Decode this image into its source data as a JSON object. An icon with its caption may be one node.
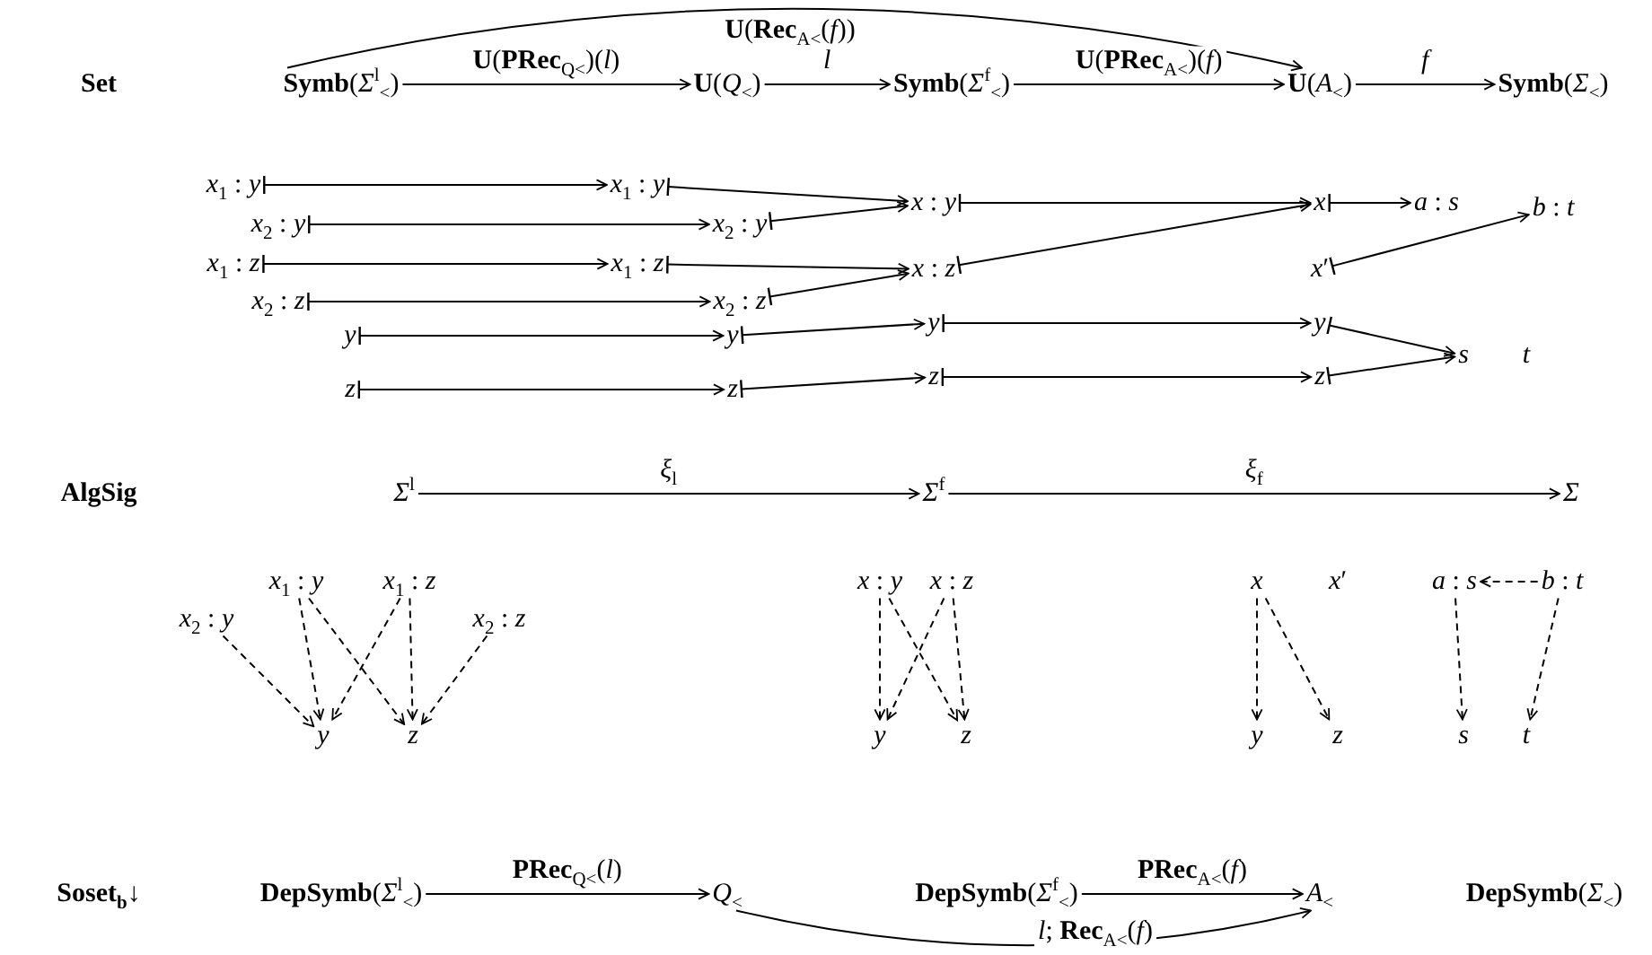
{
  "diagram": {
    "nodes": [
      {
        "text": [
          "**Symb**(*Σ*$^{l}$$_{<}$)"
        ]
      },
      {
        "text": [
          "**U**(*Q*$_{<}$)"
        ]
      },
      {
        "text": [
          "**Symb**(*Σ*$^{f}$$_{<}$)"
        ]
      },
      {
        "text": [
          "**U**(*A*$_{<}$)"
        ]
      },
      {
        "text": [
          "**Symb**(*Σ*$_{<}$)"
        ]
      },
      {
        "text": [
          "*x*$_{1}$ : *y*"
        ]
      },
      {
        "text": [
          "*x*$_{1}$ : *y*"
        ]
      },
      {
        "text": [
          "*x*$_{2}$ : *y*"
        ]
      },
      {
        "text": [
          "*x*$_{2}$ : *y*"
        ]
      },
      {
        "text": [
          "*x*$_{1}$ : *z*"
        ]
      },
      {
        "text": [
          "*x*$_{1}$ : *z*"
        ]
      },
      {
        "text": [
          "*x*$_{2}$ : *z*"
        ]
      },
      {
        "text": [
          "*x*$_{2}$ : *z*"
        ]
      },
      {
        "text": [
          "*y*"
        ]
      },
      {
        "text": [
          "*y*"
        ]
      },
      {
        "text": [
          "*z*"
        ]
      },
      {
        "text": [
          "*z*"
        ]
      },
      {
        "text": [
          "*x* : *y*"
        ]
      },
      {
        "text": [
          "*x* : *z*"
        ]
      },
      {
        "text": [
          "*y*"
        ]
      },
      {
        "text": [
          "*z*"
        ]
      },
      {
        "text": [
          "*x*"
        ]
      },
      {
        "text": [
          "*x*′"
        ]
      },
      {
        "text": [
          "*y*"
        ]
      },
      {
        "text": [
          "*z*"
        ]
      },
      {
        "text": [
          "*a* : *s*"
        ]
      },
      {
        "text": [
          "*b* : *t*"
        ]
      },
      {
        "text": [
          "*s*"
        ]
      },
      {
        "text": [
          "*t*"
        ]
      },
      {
        "text": [
          "*Σ*$^{l}$"
        ]
      },
      {
        "text": [
          "*Σ*$^{f}$"
        ]
      },
      {
        "text": [
          "*Σ*"
        ]
      },
      {
        "text": [
          "*x*$_{1}$ : *y*"
        ]
      },
      {
        "text": [
          "*x*$_{1}$ : *z*"
        ]
      },
      {
        "text": [
          "*x*$_{2}$ : *y*"
        ]
      },
      {
        "text": [
          "*x*$_{2}$ : *z*"
        ]
      },
      {
        "text": [
          "*y*"
        ]
      },
      {
        "text": [
          "*z*"
        ]
      },
      {
        "text": [
          "*x* : *y*"
        ]
      },
      {
        "text": [
          "*x* : *z*"
        ]
      },
      {
        "text": [
          "*y*"
        ]
      },
      {
        "text": [
          "*z*"
        ]
      },
      {
        "text": [
          "*x*"
        ]
      },
      {
        "text": [
          "*x*′"
        ]
      },
      {
        "text": [
          "*y*"
        ]
      },
      {
        "text": [
          "*z*"
        ]
      },
      {
        "text": [
          "*a* : *s*"
        ]
      },
      {
        "text": [
          "*b* : *t*"
        ]
      },
      {
        "text": [
          "*s*"
        ]
      },
      {
        "text": [
          "*t*"
        ]
      },
      {
        "text": [
          "**DepSymb**(*Σ*$^{l}$$_{<}$)"
        ]
      },
      {
        "text": [
          "*Q*$_{<}$"
        ]
      },
      {
        "text": [
          "**DepSymb**(*Σ*$^{f}$$_{<}$)"
        ]
      },
      {
        "text": [
          "*A*$_{<}$"
        ]
      },
      {
        "text": [
          "**DepSymb**(*Σ*$_{<}$)"
        ]
      }
    ],
    "edges": [
      {
        "from": 0,
        "to": 1,
        "arrow": "to",
        "label": "**U**(**PRec**$_{Q<}$)(*l*)"
      },
      {
        "from": 1,
        "to": 2,
        "arrow": "to",
        "label": "*l*"
      },
      {
        "from": 2,
        "to": 3,
        "arrow": "to",
        "label": "**U**(**PRec**$_{A<}$)(*f*)"
      },
      {
        "from": 3,
        "to": 4,
        "arrow": "to",
        "label": "*f*"
      },
      {
        "from": 0,
        "to": 3,
        "arrow": "to",
        "label": "**U**(**Rec**$_{A<}$(*f*))"
      },
      {
        "from": 5,
        "to": 6,
        "arrow": "to"
      },
      {
        "from": 7,
        "to": 8,
        "arrow": "to"
      },
      {
        "from": 9,
        "to": 10,
        "arrow": "to"
      },
      {
        "from": 11,
        "to": 12,
        "arrow": "to"
      },
      {
        "from": 13,
        "to": 14,
        "arrow": "to"
      },
      {
        "from": 15,
        "to": 16,
        "arrow": "to"
      },
      {
        "from": 6,
        "to": 17,
        "arrow": "to"
      },
      {
        "from": 8,
        "to": 17,
        "arrow": "to"
      },
      {
        "from": 10,
        "to": 18,
        "arrow": "to"
      },
      {
        "from": 12,
        "to": 18,
        "arrow": "to"
      },
      {
        "from": 14,
        "to": 19,
        "arrow": "to"
      },
      {
        "from": 16,
        "to": 20,
        "arrow": "to"
      },
      {
        "from": 17,
        "to": 21,
        "arrow": "to"
      },
      {
        "from": 18,
        "to": 21,
        "arrow": "to"
      },
      {
        "from": 19,
        "to": 23,
        "arrow": "to"
      },
      {
        "from": 20,
        "to": 24,
        "arrow": "to"
      },
      {
        "from": 21,
        "to": 25,
        "arrow": "to"
      },
      {
        "from": 22,
        "to": 26,
        "arrow": "to"
      },
      {
        "from": 23,
        "to": 27,
        "arrow": "to"
      },
      {
        "from": 24,
        "to": 27,
        "arrow": "to"
      },
      {
        "from": 29,
        "to": 30,
        "arrow": "to",
        "label": "*ξ*$_{l}$"
      },
      {
        "from": 30,
        "to": 31,
        "arrow": "to",
        "label": "*ξ*$_{f}$"
      },
      {
        "from": 34,
        "to": 36,
        "arrow": "to",
        "style": "dashed"
      },
      {
        "from": 32,
        "to": 36,
        "arrow": "to",
        "style": "dashed"
      },
      {
        "from": 32,
        "to": 37,
        "arrow": "to",
        "style": "dashed"
      },
      {
        "from": 33,
        "to": 36,
        "arrow": "to",
        "style": "dashed"
      },
      {
        "from": 33,
        "to": 37,
        "arrow": "to",
        "style": "dashed"
      },
      {
        "from": 35,
        "to": 37,
        "arrow": "to",
        "style": "dashed"
      },
      {
        "from": 38,
        "to": 40,
        "arrow": "to",
        "style": "dashed"
      },
      {
        "from": 38,
        "to": 41,
        "arrow": "to",
        "style": "dashed"
      },
      {
        "from": 39,
        "to": 40,
        "arrow": "to",
        "style": "dashed"
      },
      {
        "from": 39,
        "to": 41,
        "arrow": "to",
        "style": "dashed"
      },
      {
        "from": 42,
        "to": 44,
        "arrow": "to",
        "style": "dashed"
      },
      {
        "from": 42,
        "to": 45,
        "arrow": "to",
        "style": "dashed"
      },
      {
        "from": 47,
        "to": 46,
        "arrow": "to",
        "style": "dashed"
      },
      {
        "from": 46,
        "to": 48,
        "arrow": "to",
        "style": "dashed"
      },
      {
        "from": 47,
        "to": 49,
        "arrow": "to",
        "style": "dashed"
      },
      {
        "from": 50,
        "to": 51,
        "arrow": "to",
        "label": "**PRec**$_{Q<}$(*l*)"
      },
      {
        "from": 52,
        "to": 53,
        "arrow": "to",
        "label": "**PRec**$_{A<}$(*f*)"
      },
      {
        "from": 51,
        "to": 53,
        "arrow": "to",
        "label": "*l*; **Rec**$_{A<}$(*f*)"
      }
    ],
    "labels": [
      "Set",
      "AlgSig",
      "Soset$_{b}$↓"
    ]
  }
}
